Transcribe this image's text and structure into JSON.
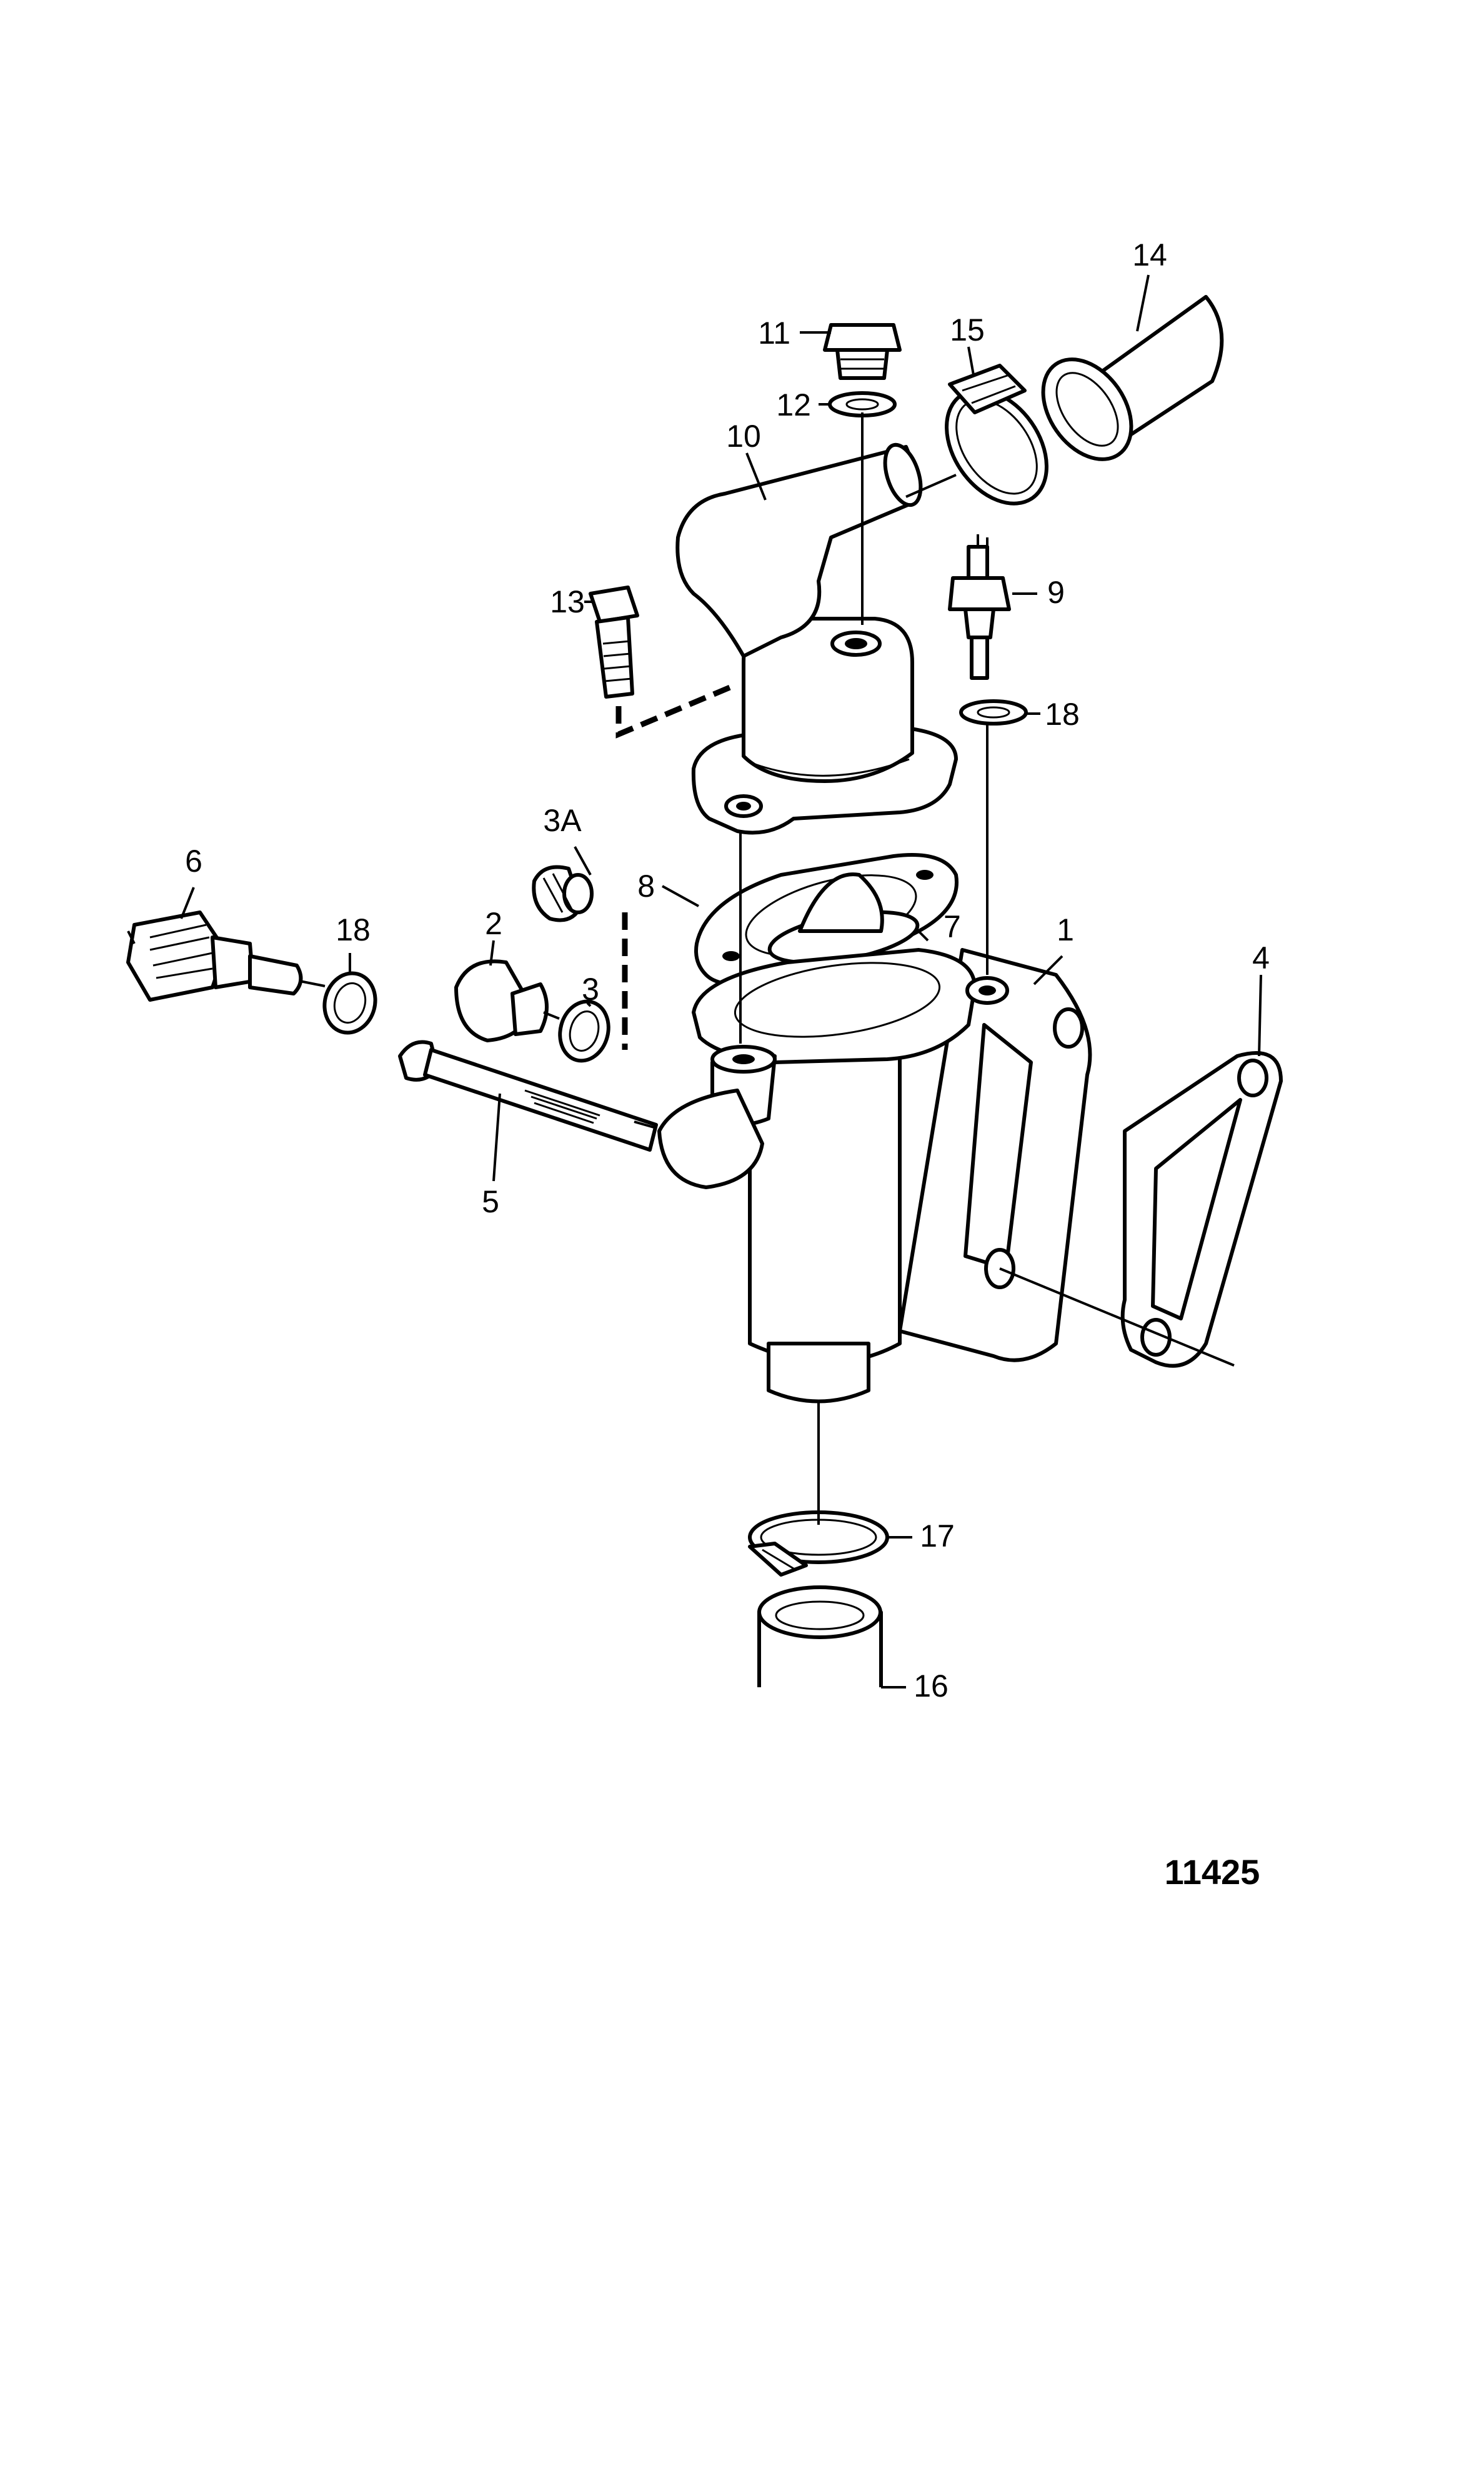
{
  "figure": {
    "number": "11425"
  },
  "callouts": [
    {
      "id": "1",
      "label": "1"
    },
    {
      "id": "2",
      "label": "2"
    },
    {
      "id": "3",
      "label": "3"
    },
    {
      "id": "3a",
      "label": "3A"
    },
    {
      "id": "4",
      "label": "4"
    },
    {
      "id": "5",
      "label": "5"
    },
    {
      "id": "6",
      "label": "6"
    },
    {
      "id": "7",
      "label": "7"
    },
    {
      "id": "8",
      "label": "8"
    },
    {
      "id": "9",
      "label": "9"
    },
    {
      "id": "10",
      "label": "10"
    },
    {
      "id": "11",
      "label": "11"
    },
    {
      "id": "12",
      "label": "12"
    },
    {
      "id": "13",
      "label": "13"
    },
    {
      "id": "14",
      "label": "14"
    },
    {
      "id": "15",
      "label": "15"
    },
    {
      "id": "16",
      "label": "16"
    },
    {
      "id": "17",
      "label": "17"
    },
    {
      "id": "18a",
      "label": "18"
    },
    {
      "id": "18b",
      "label": "18"
    }
  ]
}
